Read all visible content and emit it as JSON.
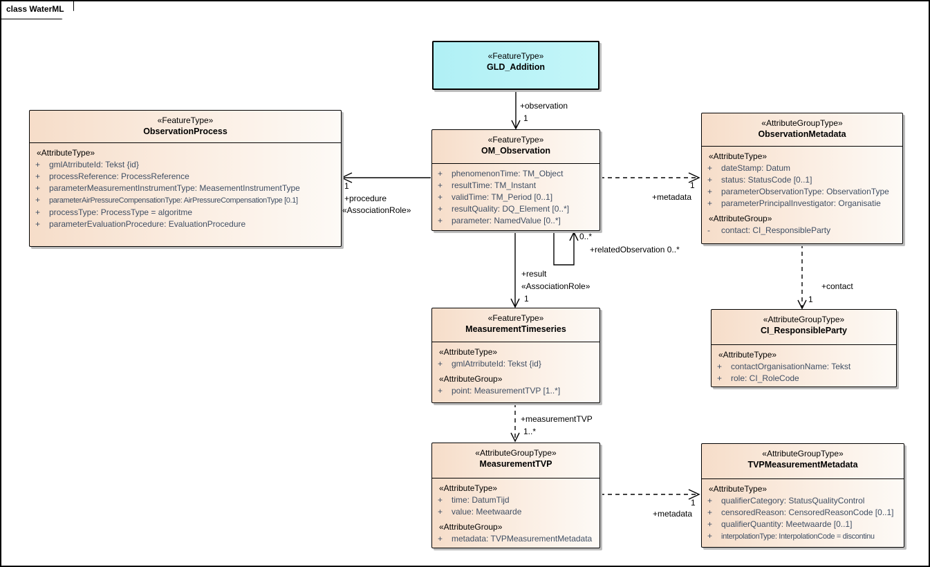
{
  "frame": {
    "label": "class WaterML"
  },
  "colors": {
    "class_fill_left": "#f6ddc9",
    "class_fill_right": "#fdfaf6",
    "highlight_fill": "#b0f0f5",
    "attribute_text": "#3f4e63",
    "border": "#000000",
    "shadow": "#bdbdbd"
  },
  "classes": [
    {
      "stereotype": "«FeatureType»",
      "name": "GLD_Addition",
      "rows": []
    },
    {
      "stereotype": "«FeatureType»",
      "name": "OM_Observation",
      "rows": [
        {
          "k": "a",
          "m": "+",
          "t": "phenomenonTime: TM_Object"
        },
        {
          "k": "a",
          "m": "+",
          "t": "resultTime: TM_Instant"
        },
        {
          "k": "a",
          "m": "+",
          "t": "validTime: TM_Period [0..1]"
        },
        {
          "k": "a",
          "m": "+",
          "t": "resultQuality: DQ_Element [0..*]"
        },
        {
          "k": "a",
          "m": "+",
          "t": "parameter: NamedValue [0..*]"
        }
      ]
    },
    {
      "stereotype": "«FeatureType»",
      "name": "ObservationProcess",
      "rows": [
        {
          "k": "s",
          "t": "«AttributeType»"
        },
        {
          "k": "a",
          "m": "+",
          "t": "gmlAtrributeId: Tekst {id}"
        },
        {
          "k": "a",
          "m": "+",
          "t": "processReference: ProcessReference"
        },
        {
          "k": "a",
          "m": "+",
          "t": "parameterMeasurementInstrumentType: MeasementInstrumentType"
        },
        {
          "k": "a",
          "m": "+",
          "t": "parameterAirPressureCompensationType: AirPressureCompensationType [0.1]"
        },
        {
          "k": "a",
          "m": "+",
          "t": "processType: ProcessType = algoritme"
        },
        {
          "k": "a",
          "m": "+",
          "t": "parameterEvaluationProcedure: EvaluationProcedure"
        }
      ]
    },
    {
      "stereotype": "«AttributeGroupType»",
      "name": "ObservationMetadata",
      "rows": [
        {
          "k": "s",
          "t": "«AttributeType»"
        },
        {
          "k": "a",
          "m": "+",
          "t": "dateStamp: Datum"
        },
        {
          "k": "a",
          "m": "+",
          "t": "status: StatusCode [0..1]"
        },
        {
          "k": "a",
          "m": "+",
          "t": "parameterObservationType: ObservationType"
        },
        {
          "k": "a",
          "m": "+",
          "t": "parameterPrincipalInvestigator: Organisatie"
        },
        {
          "k": "s",
          "t": "«AttributeGroup»"
        },
        {
          "k": "a",
          "m": "-",
          "t": "contact: CI_ResponsibleParty"
        }
      ]
    },
    {
      "stereotype": "«AttributeGroupType»",
      "name": "CI_ResponsibleParty",
      "rows": [
        {
          "k": "s",
          "t": "«AttributeType»"
        },
        {
          "k": "a",
          "m": "+",
          "t": "contactOrganisationName: Tekst"
        },
        {
          "k": "a",
          "m": "+",
          "t": "role: CI_RoleCode"
        }
      ]
    },
    {
      "stereotype": "«FeatureType»",
      "name": "MeasurementTimeseries",
      "rows": [
        {
          "k": "s",
          "t": "«AttributeType»"
        },
        {
          "k": "a",
          "m": "+",
          "t": "gmlAtrributeId: Tekst {id}"
        },
        {
          "k": "s",
          "t": "«AttributeGroup»"
        },
        {
          "k": "a",
          "m": "+",
          "t": "point: MeasurementTVP [1..*]"
        }
      ]
    },
    {
      "stereotype": "«AttributeGroupType»",
      "name": "MeasurementTVP",
      "rows": [
        {
          "k": "s",
          "t": "«AttributeType»"
        },
        {
          "k": "a",
          "m": "+",
          "t": "time: DatumTijd"
        },
        {
          "k": "a",
          "m": "+",
          "t": "value: Meetwaarde"
        },
        {
          "k": "s",
          "t": "«AttributeGroup»"
        },
        {
          "k": "a",
          "m": "+",
          "t": "metadata: TVPMeasurementMetadata"
        }
      ]
    },
    {
      "stereotype": "«AttributeGroupType»",
      "name": "TVPMeasurementMetadata",
      "rows": [
        {
          "k": "s",
          "t": "«AttributeType»"
        },
        {
          "k": "a",
          "m": "+",
          "t": "qualifierCategory: StatusQualityControl"
        },
        {
          "k": "a",
          "m": "+",
          "t": "censoredReason: CensoredReasonCode [0..1]"
        },
        {
          "k": "a",
          "m": "+",
          "t": "qualifierQuantity: Meetwaarde [0..1]"
        },
        {
          "k": "a",
          "m": "+",
          "t": "interpolationType: InterpolationCode = discontinu"
        }
      ]
    }
  ],
  "connectors": {
    "observation": {
      "role": "+observation",
      "mult": "1"
    },
    "procedure": {
      "mult": "1",
      "role": "+procedure",
      "stereo": "«AssociationRole»"
    },
    "metadata_top": {
      "mult": "1",
      "role": "+metadata"
    },
    "related": {
      "mult": "0..*",
      "role": "+relatedObservation 0..*"
    },
    "result": {
      "role": "+result",
      "stereo": "«AssociationRole»",
      "mult": "1"
    },
    "contact": {
      "role": "+contact",
      "mult": "1"
    },
    "measurement_tvp": {
      "role": "+measurementTVP",
      "mult": "1..*"
    },
    "metadata_bottom": {
      "mult": "1",
      "role": "+metadata"
    }
  }
}
